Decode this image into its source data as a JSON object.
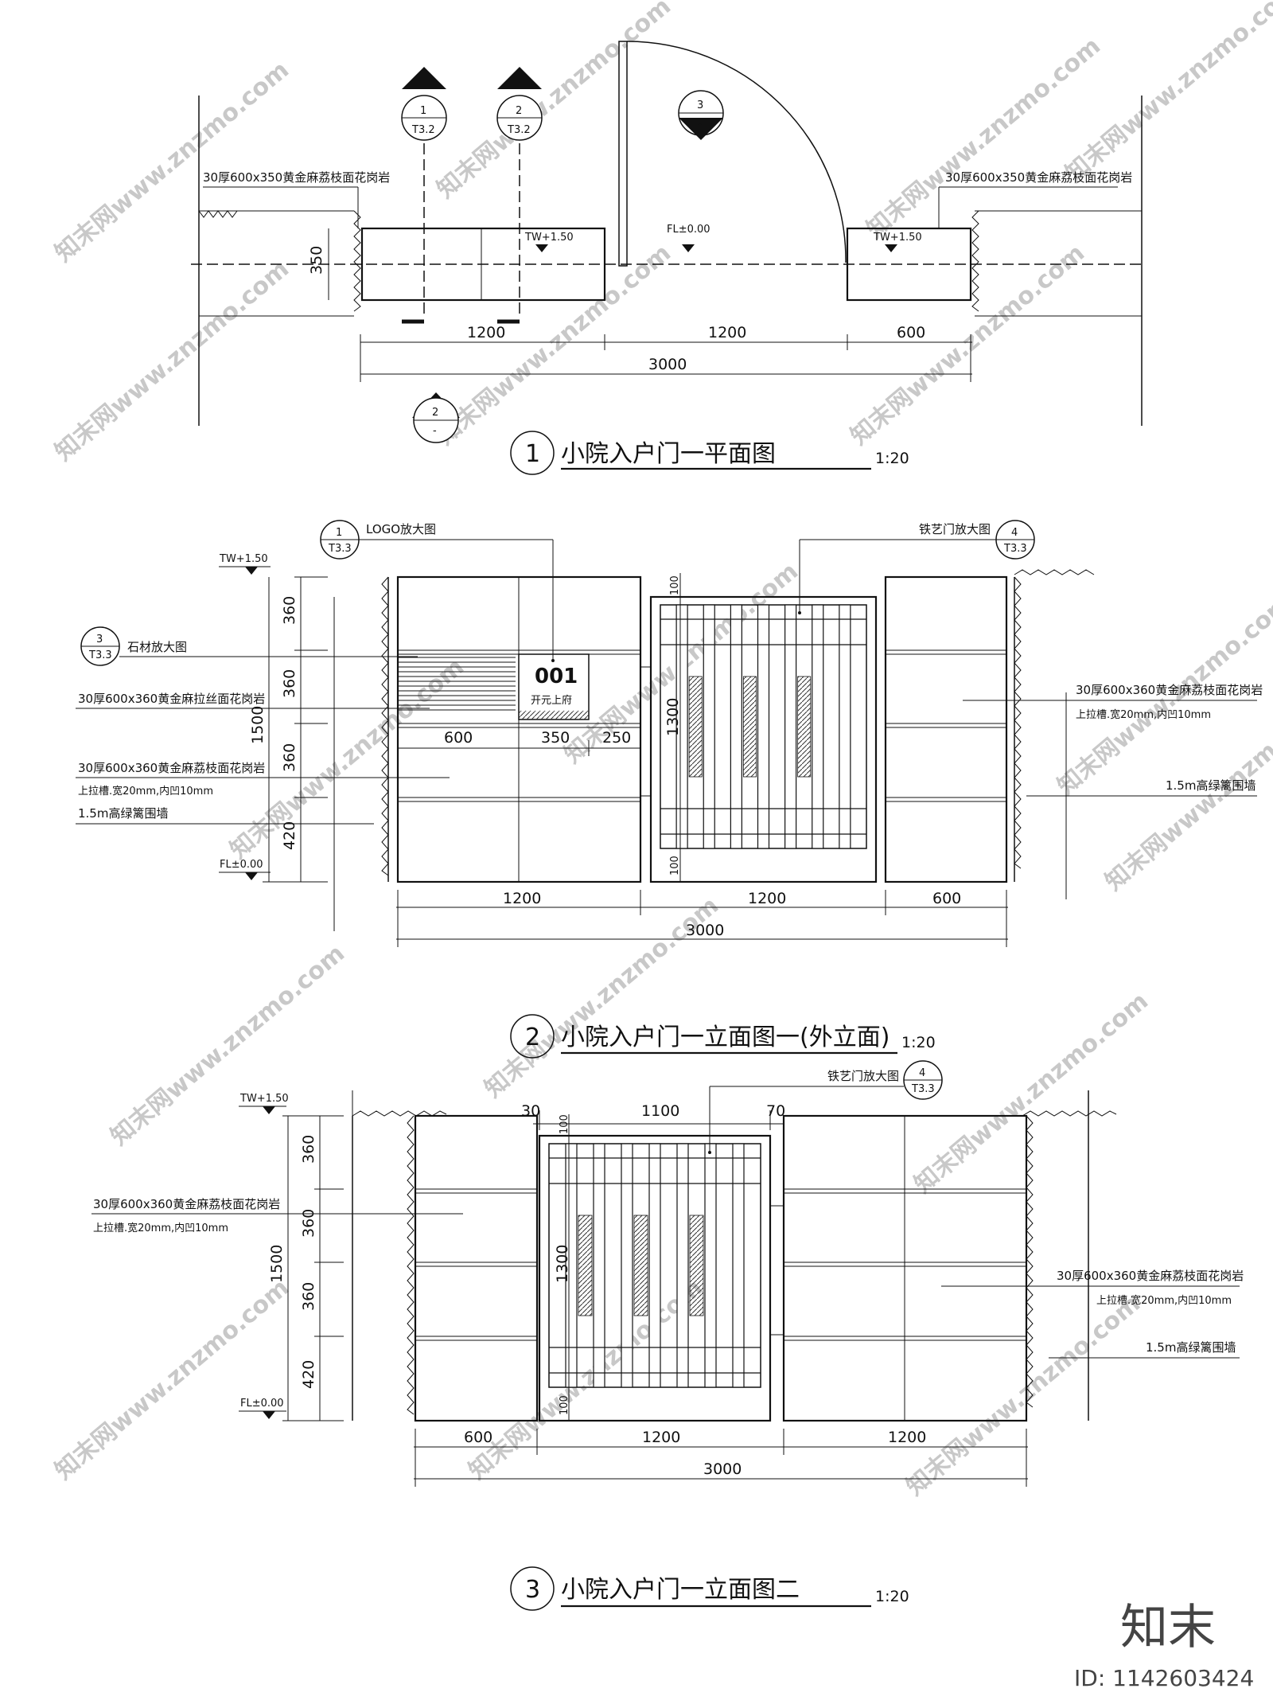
{
  "plan": {
    "sections": [
      {
        "num": "1",
        "ref": "T3.2"
      },
      {
        "num": "2",
        "ref": "T3.2"
      },
      {
        "num": "3",
        "ref": "-"
      }
    ],
    "view_marker": {
      "num": "2",
      "ref": "-"
    },
    "note_left": "30厚600x350黄金麻荔枝面花岗岩",
    "note_right": "30厚600x350黄金麻荔枝面花岗岩",
    "tw_left": "TW+1.50",
    "tw_right": "TW+1.50",
    "fl": "FL±0.00",
    "dim_depth": "350",
    "dims": [
      "1200",
      "1200",
      "600"
    ],
    "total": "3000",
    "title_num": "1",
    "title": "小院入户门一平面图",
    "scale": "1:20"
  },
  "elev1": {
    "logo_ref": {
      "num": "1",
      "ref": "T3.3"
    },
    "logo_note": "LOGO放大图",
    "gate_ref": {
      "num": "4",
      "ref": "T3.3"
    },
    "gate_note": "铁艺门放大图",
    "stone_ref": {
      "num": "3",
      "ref": "T3.3"
    },
    "stone_note": "石材放大图",
    "tw": "TW+1.50",
    "fl": "FL±0.00",
    "vdims": [
      "360",
      "360",
      "360",
      "420"
    ],
    "vtotal": "1500",
    "gate_dims": [
      "100",
      "1300",
      "100"
    ],
    "notes_left": [
      "30厚600x360黄金麻拉丝面花岗岩",
      "30厚600x360黄金麻荔枝面花岗岩",
      "上拉槽.宽20mm,内凹10mm",
      "1.5m高绿篱围墙"
    ],
    "notes_right": [
      "30厚600x360黄金麻荔枝面花岗岩",
      "上拉槽.宽20mm,内凹10mm",
      "1.5m高绿篱围墙"
    ],
    "sign_number": "001",
    "sign_text": "开元上府",
    "sign_dims": [
      "600",
      "350",
      "250"
    ],
    "dims": [
      "1200",
      "1200",
      "600"
    ],
    "total": "3000",
    "title_num": "2",
    "title": "小院入户门一立面图一(外立面)",
    "scale": "1:20"
  },
  "elev2": {
    "gate_ref": {
      "num": "4",
      "ref": "T3.3"
    },
    "gate_note": "铁艺门放大图",
    "tw": "TW+1.50",
    "fl": "FL±0.00",
    "vdims": [
      "360",
      "360",
      "360",
      "420"
    ],
    "vtotal": "1500",
    "top_dims": [
      "30",
      "1100",
      "70"
    ],
    "gate_dims": [
      "100",
      "1300",
      "100"
    ],
    "notes_left": [
      "30厚600x360黄金麻荔枝面花岗岩",
      "上拉槽.宽20mm,内凹10mm"
    ],
    "notes_right": [
      "30厚600x360黄金麻荔枝面花岗岩",
      "上拉槽.宽20mm,内凹10mm",
      "1.5m高绿篱围墙"
    ],
    "dims": [
      "600",
      "1200",
      "1200"
    ],
    "total": "3000",
    "title_num": "3",
    "title": "小院入户门一立面图二",
    "scale": "1:20"
  },
  "brand": {
    "logo": "知末",
    "id": "ID: 1142603424",
    "watermark": "知末网www.znzmo.com"
  }
}
